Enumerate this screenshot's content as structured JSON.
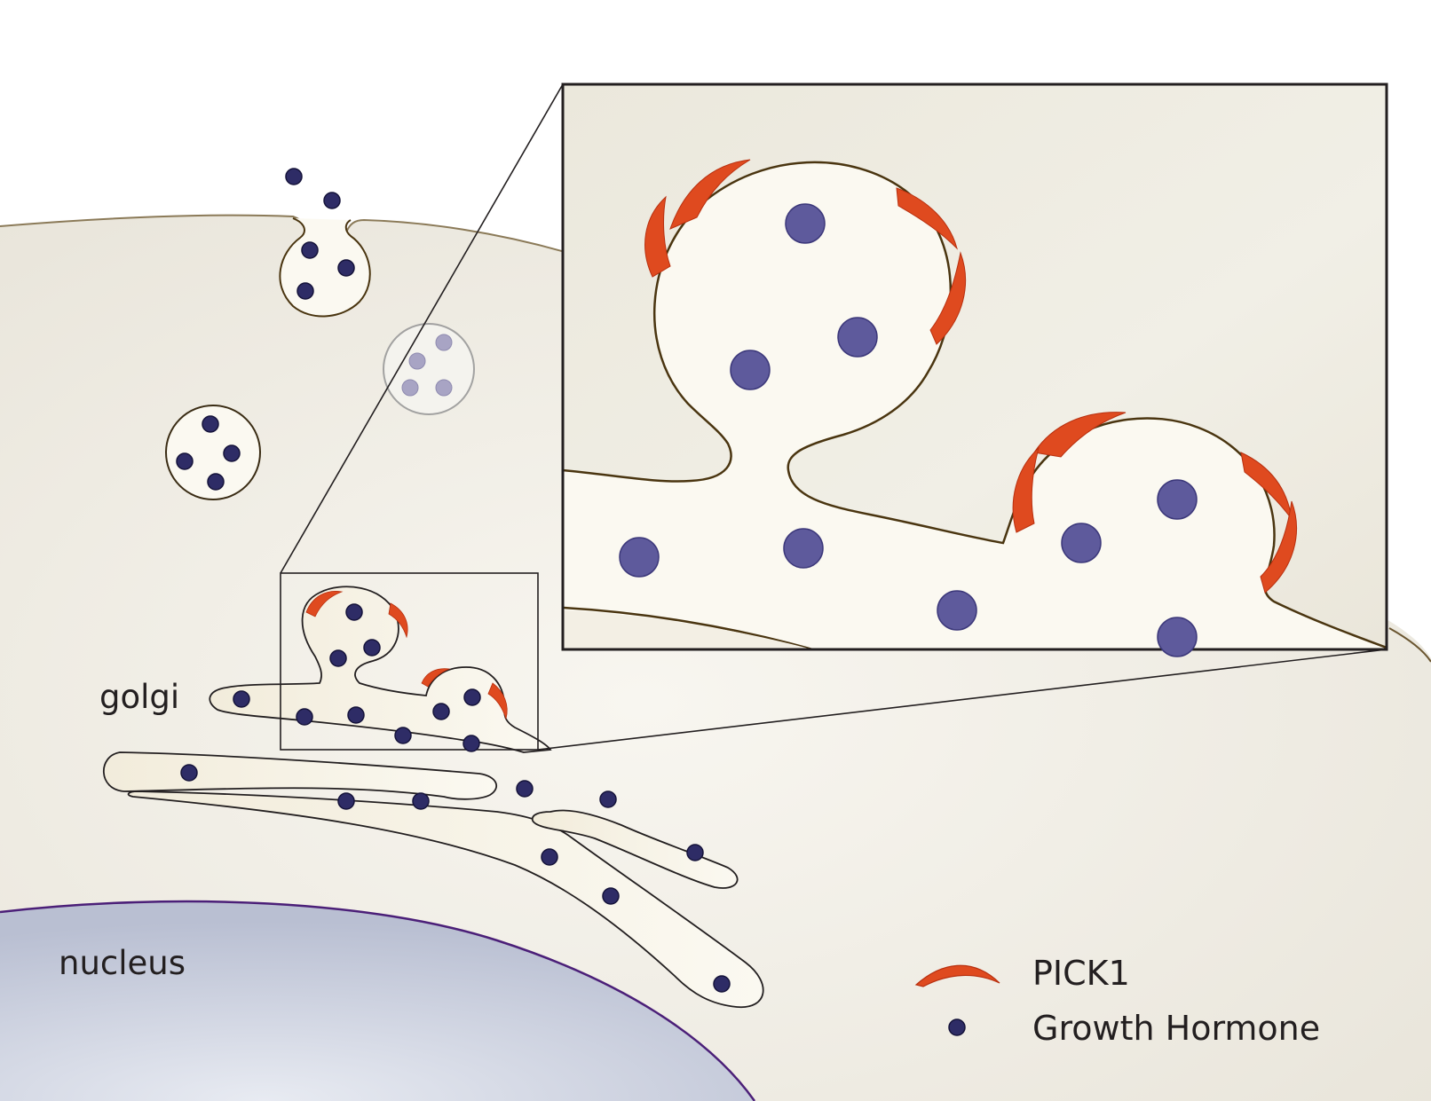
{
  "labels": {
    "golgi": "golgi",
    "nucleus": "nucleus"
  },
  "legend": {
    "items": [
      {
        "label": "PICK1",
        "symbol": "pick1-arc-icon"
      },
      {
        "label": "Growth Hormone",
        "symbol": "growth-hormone-dot-icon"
      }
    ]
  },
  "colors": {
    "pick1": "#df4a1f",
    "pick1_stroke": "#b8300f",
    "growth_hormone": "#2e2c66",
    "growth_hormone_zoom": "#5e5a9c",
    "membrane": "#4a3510",
    "cytoplasm": "#ede9df",
    "vesicle_fill": "#fbf9f1",
    "nucleus": "#c9cedc",
    "nucleus_edge": "#4b1f78"
  }
}
